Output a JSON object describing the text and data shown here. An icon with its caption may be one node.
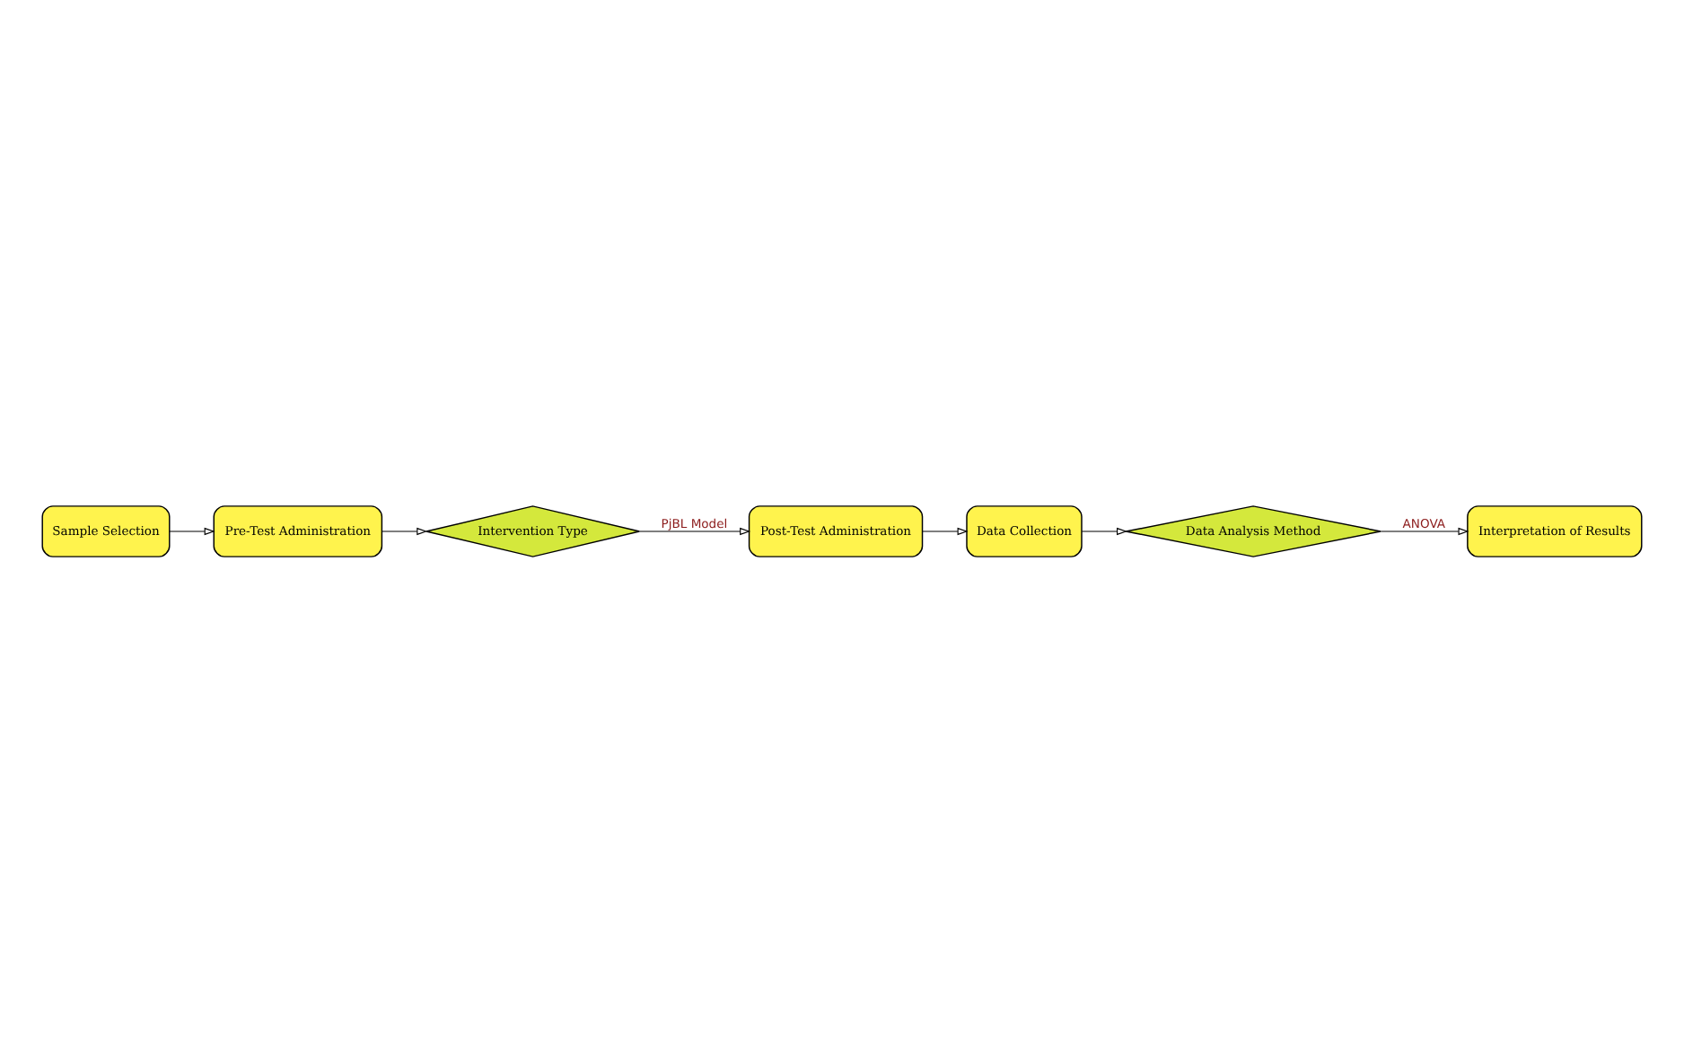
{
  "diagram": {
    "nodes": [
      {
        "text": [
          "Sample Selection"
        ]
      },
      {
        "text": [
          "Pre-Test Administration"
        ]
      },
      {
        "text": [
          "Intervention Type"
        ]
      },
      {
        "text": [
          "Post-Test Administration"
        ]
      },
      {
        "text": [
          "Data Collection"
        ]
      },
      {
        "text": [
          "Data Analysis Method"
        ]
      },
      {
        "text": [
          "Interpretation of Results"
        ]
      }
    ],
    "edges": [
      {
        "from": 0,
        "to": 1,
        "arrow": "to"
      },
      {
        "from": 1,
        "to": 2,
        "arrow": "to"
      },
      {
        "from": 2,
        "to": 3,
        "arrow": "to",
        "label": "PjBL Model"
      },
      {
        "from": 3,
        "to": 4,
        "arrow": "to"
      },
      {
        "from": 4,
        "to": 5,
        "arrow": "to"
      },
      {
        "from": 5,
        "to": 6,
        "arrow": "to",
        "label": "ANOVA"
      }
    ]
  }
}
